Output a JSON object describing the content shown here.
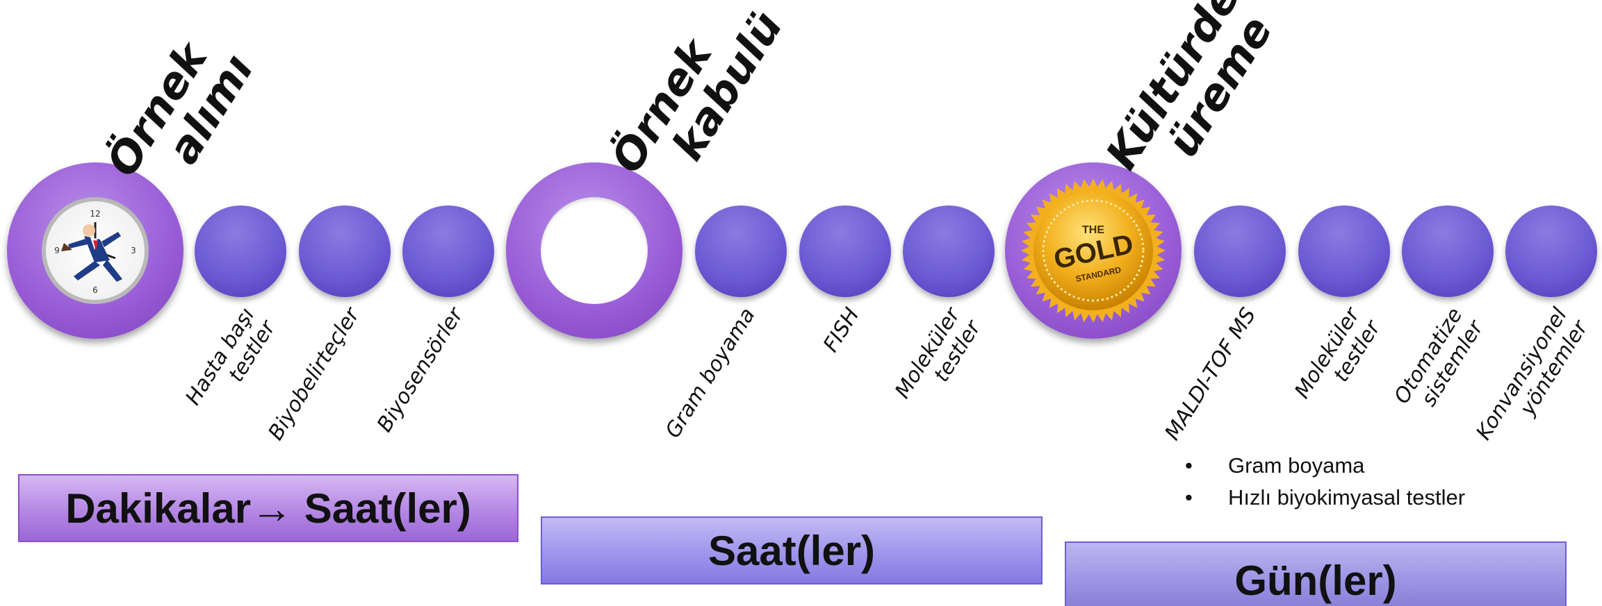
{
  "milestones": [
    {
      "line1": "Örnek",
      "line2": "alımı"
    },
    {
      "line1": "Örnek",
      "line2": "kabulü"
    },
    {
      "line1": "Kültürde",
      "line2": "üreme"
    }
  ],
  "gold_seal": {
    "line1": "THE",
    "line2": "GOLD",
    "line3": "STANDARD"
  },
  "steps": [
    {
      "line1": "Hasta başı",
      "line2": "testler"
    },
    {
      "line1": "Biyobelirteçler",
      "line2": ""
    },
    {
      "line1": "Biyosensörler",
      "line2": ""
    },
    {
      "line1": "Gram boyama",
      "line2": ""
    },
    {
      "line1": "FISH",
      "line2": ""
    },
    {
      "line1": "Moleküler",
      "line2": "testler"
    },
    {
      "line1": "MALDI-TOF MS",
      "line2": ""
    },
    {
      "line1": "Moleküler",
      "line2": "testler"
    },
    {
      "line1": "Otomatize",
      "line2": "sistemler"
    },
    {
      "line1": "Konvansiyonel",
      "line2": "yöntemler"
    }
  ],
  "time_boxes": {
    "minutes_hours": "Dakikalar→ Saat(ler)",
    "hours": "Saat(ler)",
    "days": "Gün(ler)"
  },
  "bullets": {
    "marker": "•",
    "items": [
      "Gram boyama",
      "Hızlı biyokimyasal testler"
    ]
  },
  "colors": {
    "milestone_purple": "#9b5fd8",
    "step_purple": "#6d5bd4",
    "box1_fill": "#b07fe0",
    "box2_fill": "#8f82e6",
    "box3_fill": "#8a80d8",
    "gold": "#f2b01e"
  }
}
